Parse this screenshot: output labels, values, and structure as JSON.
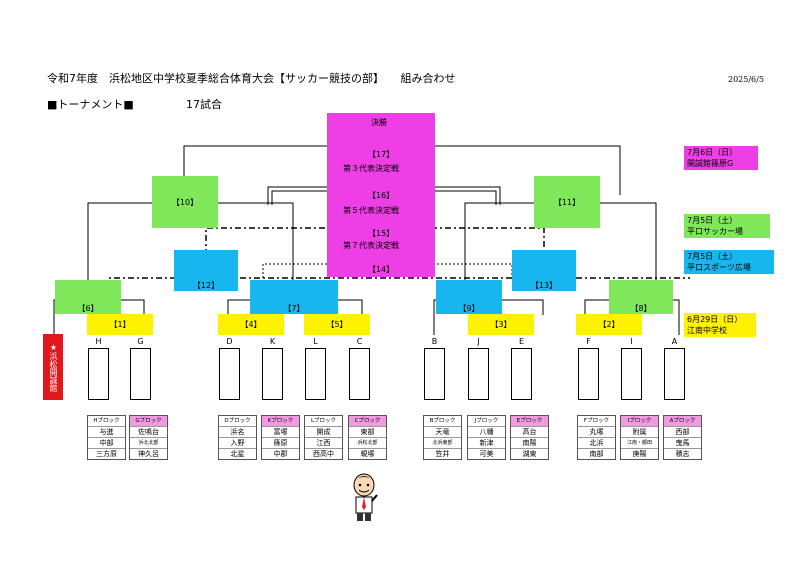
{
  "header": {
    "title": "令和7年度　浜松地区中学校夏季総合体育大会【サッカー競技の部】　　組み合わせ",
    "date": "2025/6/5",
    "subtitle": "■トーナメント■",
    "matches": "17試合"
  },
  "center": {
    "final": "決勝",
    "m17": "【17】",
    "third": "第３代表決定戦",
    "m16": "【16】",
    "fifth": "第５代表決定戦",
    "m15": "【15】",
    "seventh": "第７代表決定戦",
    "m14": "【14】"
  },
  "matches": {
    "m10": "【10】",
    "m11": "【11】",
    "m12": "【12】",
    "m13": "【13】",
    "m6": "【6】",
    "m7": "【7】",
    "m9": "【9】",
    "m8": "【8】",
    "m1": "【1】",
    "m4": "【4】",
    "m5": "【5】",
    "m3": "【3】",
    "m2": "【2】"
  },
  "venues": {
    "v1_date": "7月6日（日）",
    "v1_place": "開誠館篠原G",
    "v2_date": "7月5日（土）",
    "v2_place": "平口サッカー場",
    "v3_date": "7月5日（土）",
    "v3_place": "平口スポーツ広場",
    "v4_date": "6月29日（日）",
    "v4_place": "江南中学校"
  },
  "seed": "★浜松開誠館",
  "slots": [
    "H",
    "G",
    "D",
    "K",
    "L",
    "C",
    "B",
    "J",
    "E",
    "F",
    "I",
    "A"
  ],
  "blocks": [
    {
      "head": "Hブロック",
      "pink": false,
      "teams": [
        "与進",
        "中部",
        "三方原"
      ]
    },
    {
      "head": "Gブロック",
      "pink": true,
      "teams": [
        "佐鳴台",
        "浜北北部",
        "神久呂"
      ]
    },
    {
      "head": "Dブロック",
      "pink": false,
      "teams": [
        "浜名",
        "入野",
        "北星"
      ]
    },
    {
      "head": "Kブロック",
      "pink": true,
      "teams": [
        "富塚",
        "篠原",
        "中郡"
      ]
    },
    {
      "head": "Lブロック",
      "pink": false,
      "teams": [
        "開成",
        "江西",
        "西高中"
      ]
    },
    {
      "head": "Cブロック",
      "pink": true,
      "teams": [
        "東部",
        "浜松北部",
        "蜆塚"
      ]
    },
    {
      "head": "Bブロック",
      "pink": false,
      "teams": [
        "天竜",
        "北浜東部",
        "笠井"
      ]
    },
    {
      "head": "Jブロック",
      "pink": false,
      "teams": [
        "八幡",
        "新津",
        "可美"
      ]
    },
    {
      "head": "Eブロック",
      "pink": true,
      "teams": [
        "高台",
        "南陽",
        "湖東"
      ]
    },
    {
      "head": "Fブロック",
      "pink": false,
      "teams": [
        "丸塚",
        "北浜",
        "南部"
      ]
    },
    {
      "head": "Iブロック",
      "pink": true,
      "teams": [
        "附属",
        "江南・都田",
        "庚陽"
      ]
    },
    {
      "head": "Aブロック",
      "pink": true,
      "teams": [
        "西部",
        "曳馬",
        "積志"
      ]
    }
  ]
}
